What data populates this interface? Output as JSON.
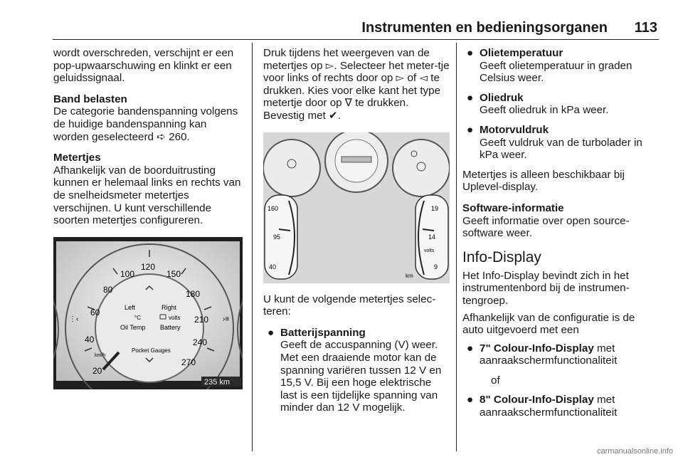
{
  "header": {
    "title": "Instrumenten en bedieningsorganen",
    "page_number": "113"
  },
  "col1": {
    "para_top": "wordt overschreden, verschijnt er een pop-upwaarschuwing en klinkt er een geluidssignaal.",
    "section1_title": "Band belasten",
    "section1_body": "De categorie bandenspanning volgens de huidige bandenspanning kan worden geselecteerd ",
    "section1_ref_icon": "arrow-reference",
    "section1_ref": "260.",
    "section2_title": "Metertjes",
    "section2_body": "Afhankelijk van de boorduitrusting kunnen er helemaal links en rechts van de snelheidsmeter metertjes verschijnen. U kunt verschillende soorten metertjes configureren.",
    "figure1": {
      "speedo_numbers": [
        "20",
        "40",
        "60",
        "80",
        "100",
        "120",
        "150",
        "180",
        "210",
        "240",
        "270"
      ],
      "left": "Left",
      "right": "Right",
      "unit_c": "°C",
      "unit_volts": "volts",
      "oil_temp": "Oil Temp",
      "battery": "Battery",
      "pocket_gauges": "Pocket Gauges",
      "odometer": "235 km",
      "kmh": "km/h"
    }
  },
  "col2": {
    "para1": "Druk tijdens het weergeven van de metertjes op ▻. Selecteer het meter-tje voor links of rechts door op ▻ of ◅ te drukken. Kies voor elke kant het type metertje door op ∇ te drukken. Bevestig met ✔.",
    "figure2": {
      "left_gauge": [
        "160",
        "95",
        "40"
      ],
      "right_gauge": [
        "19",
        "14",
        "9"
      ],
      "unit_km": "km",
      "unit_volts": "volts"
    },
    "para2": "U kunt de volgende metertjes selec-teren:",
    "bullet1_title": "Batterijspanning",
    "bullet1_body": "Geeft de accuspanning (V) weer. Met een draaiende motor kan de spanning variëren tussen 12 V en 15,5 V. Bij een hoge elektrische last is een tijdelijke spanning van minder dan 12 V mogelijk."
  },
  "col3": {
    "bullets": [
      {
        "title": "Olietemperatuur",
        "body": "Geeft olietemperatuur in graden Celsius weer."
      },
      {
        "title": "Oliedruk",
        "body": "Geeft oliedruk in kPa weer."
      },
      {
        "title": "Motorvuldruk",
        "body": "Geeft vuldruk van de turbolader in kPa weer."
      }
    ],
    "para_upl": "Metertjes is alleen beschikbaar bij Uplevel-display.",
    "sw_title": "Software-informatie",
    "sw_body": "Geeft informatie over open source-software weer.",
    "h2": "Info-Display",
    "info_p1": "Het Info-Display bevindt zich in het instrumentenbord bij de instrumen-tengroep.",
    "info_p2": "Afhankelijk van de configuratie is de auto uitgevoerd met een",
    "opt1_title": "7\" Colour-Info-Display",
    "opt1_rest": " met aanraakschermfunctionaliteit",
    "or": "of",
    "opt2_title": "8\" Colour-Info-Display",
    "opt2_rest": " met aanraakschermfunctionaliteit"
  },
  "footer": "carmanualsonline.info",
  "bullet_char": "●"
}
